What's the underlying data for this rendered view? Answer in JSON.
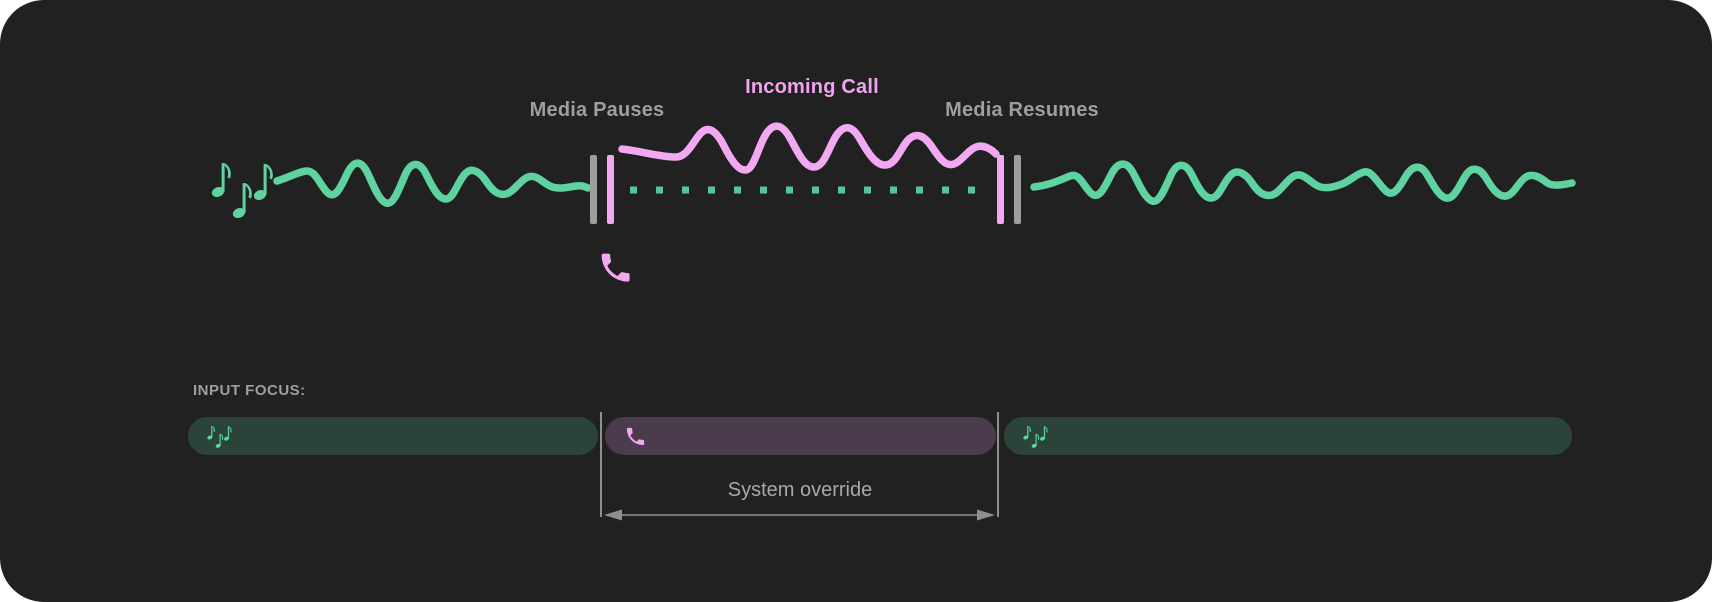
{
  "colors": {
    "page-bg": "#ffffff",
    "card-bg": "#212121",
    "media-green": "#5ed3a0",
    "media-dots": "#55c795",
    "call-pink": "#f2a9f1",
    "call-text-pink": "#f0a4ef",
    "media-pill-bg": "#2c4339",
    "call-pill-bg": "#4a3b4d",
    "bar-gray": "#9e9e9e",
    "label-gray": "#9e9e9e",
    "marker-gray": "#8f8f8f",
    "annotation-gray": "#a8a8a8"
  },
  "timeline": {
    "media_pauses_label": "Media Pauses",
    "incoming_call_label": "Incoming Call",
    "media_resumes_label": "Media Resumes",
    "media_icon": "music-notes-icon",
    "call_icon": "phone-icon"
  },
  "input_focus": {
    "heading": "INPUT FOCUS:",
    "override_label": "System override",
    "segments": [
      {
        "name": "media-before-call",
        "kind": "media",
        "icon": "music-notes-icon"
      },
      {
        "name": "incoming-call",
        "kind": "call",
        "icon": "phone-icon"
      },
      {
        "name": "media-after-call",
        "kind": "media",
        "icon": "music-notes-icon"
      }
    ]
  }
}
